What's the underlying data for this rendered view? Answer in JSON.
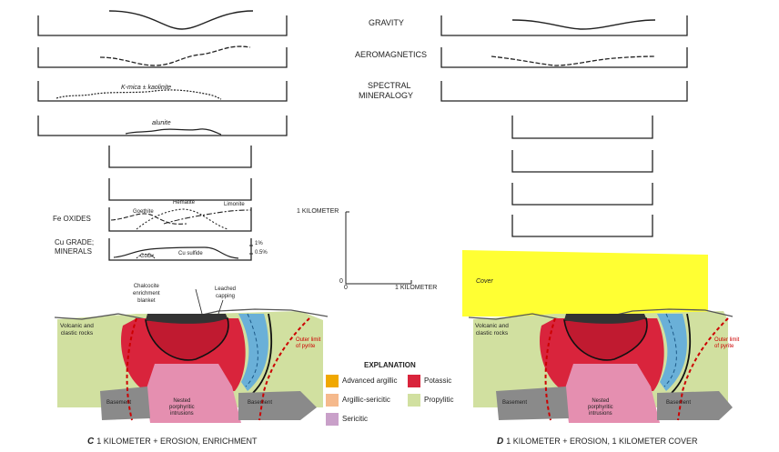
{
  "profiles": {
    "gravity": "GRAVITY",
    "aeromagnetics": "AEROMAGNETICS",
    "spectral_line1": "SPECTRAL",
    "spectral_line2": "MINERALOGY"
  },
  "curve_labels": {
    "k_mica": "K-mica ± kaolinite",
    "alunite": "alunite",
    "goethite": "Goethite",
    "hematite": "Hematite",
    "limonite": "Limonite",
    "cuox": "CuOx",
    "cu_sulfide": "Cu sulfide"
  },
  "left_labels": {
    "fe_oxides": "Fe OXIDES",
    "cu_grade_1": "Cu GRADE;",
    "cu_grade_2": "MINERALS",
    "pct_1": "1%",
    "pct_05": "0.5%"
  },
  "scale": {
    "vertical": "1 KILOMETER",
    "horizontal": "1 KILOMETER",
    "zero": "0",
    "zero_x": "0"
  },
  "cross_section_c": {
    "chalcocite_1": "Chalcocite",
    "chalcocite_2": "enrichment",
    "chalcocite_3": "blanket",
    "leached_1": "Leached",
    "leached_2": "capping",
    "volcanic_1": "Volcanic and",
    "volcanic_2": "clastic rocks",
    "outer_1": "Outer limit",
    "outer_2": "of pyrite",
    "basement_left": "Basement",
    "basement_right": "Basement",
    "nested_1": "Nested",
    "nested_2": "porphyritic",
    "nested_3": "intrusions",
    "caption_letter": "C",
    "caption": "1 KILOMETER + EROSION, ENRICHMENT"
  },
  "cross_section_d": {
    "cover": "Cover",
    "volcanic_1": "Volcanic and",
    "volcanic_2": "clastic rocks",
    "outer_1": "Outer limit",
    "outer_2": "of pyrite",
    "basement_left": "Basement",
    "basement_right": "Basement",
    "nested_1": "Nested",
    "nested_2": "porphyritic",
    "nested_3": "intrusions",
    "caption_letter": "D",
    "caption": "1 KILOMETER + EROSION, 1 KILOMETER COVER"
  },
  "explanation": {
    "title": "EXPLANATION",
    "items": [
      {
        "label": "Advanced argillic",
        "color": "#f0a800"
      },
      {
        "label": "Argillic-sericitic",
        "color": "#f5b98c"
      },
      {
        "label": "Sericitic",
        "color": "#c9a0c9"
      },
      {
        "label": "Potassic",
        "color": "#d9243c"
      },
      {
        "label": "Propylitic",
        "color": "#d1e0a0"
      }
    ]
  },
  "colors": {
    "cover": "#ffff33",
    "propylitic": "#d1e0a0",
    "potassic": "#d9243c",
    "sericitic": "#e58fb0",
    "basement": "#8a8a8a",
    "blue_vein": "#6ab0d8",
    "pyrite_limit": "#cc0000"
  }
}
